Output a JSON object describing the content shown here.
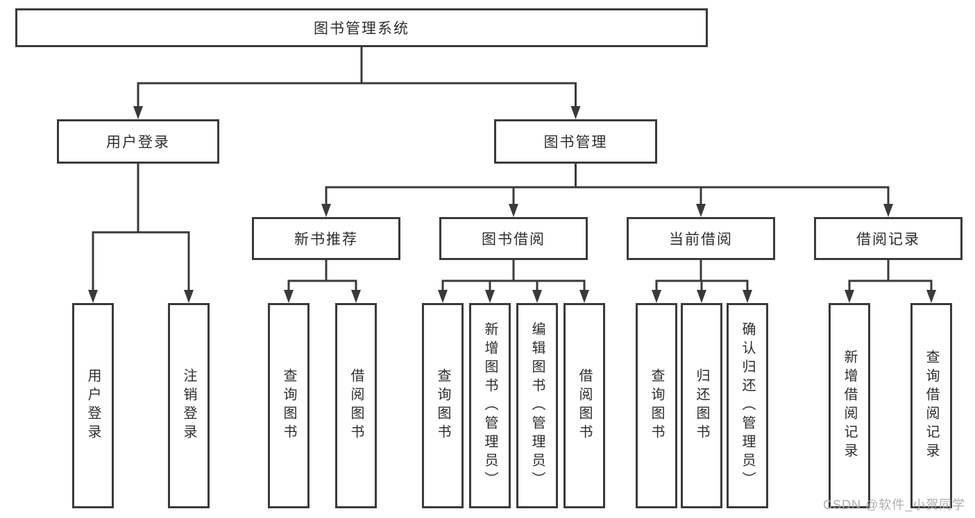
{
  "diagram": {
    "type": "hierarchy-tree",
    "title": "图书管理系统",
    "colors": {
      "line": "#3a3a3a",
      "box_border": "#3a3a3a",
      "box_fill": "#ffffff",
      "text": "#2d2d2d",
      "watermark": "#aaaaaa",
      "background": "#ffffff"
    },
    "tree": {
      "root": {
        "label": "图书管理系统",
        "children": [
          {
            "label": "用户登录",
            "children": [
              {
                "label": "用户登录"
              },
              {
                "label": "注销登录"
              }
            ]
          },
          {
            "label": "图书管理",
            "children": [
              {
                "label": "新书推荐",
                "children": [
                  {
                    "label": "查询图书"
                  },
                  {
                    "label": "借阅图书"
                  }
                ]
              },
              {
                "label": "图书借阅",
                "children": [
                  {
                    "label": "查询图书"
                  },
                  {
                    "label": "新增图书（管理员）"
                  },
                  {
                    "label": "编辑图书（管理员）"
                  },
                  {
                    "label": "借阅图书"
                  }
                ]
              },
              {
                "label": "当前借阅",
                "children": [
                  {
                    "label": "查询图书"
                  },
                  {
                    "label": "归还图书"
                  },
                  {
                    "label": "确认归还（管理员）"
                  }
                ]
              },
              {
                "label": "借阅记录",
                "children": [
                  {
                    "label": "新增借阅记录"
                  },
                  {
                    "label": "查询借阅记录"
                  }
                ]
              }
            ]
          }
        ]
      }
    },
    "watermark_text": "CSDN @软件_小贺同学"
  }
}
